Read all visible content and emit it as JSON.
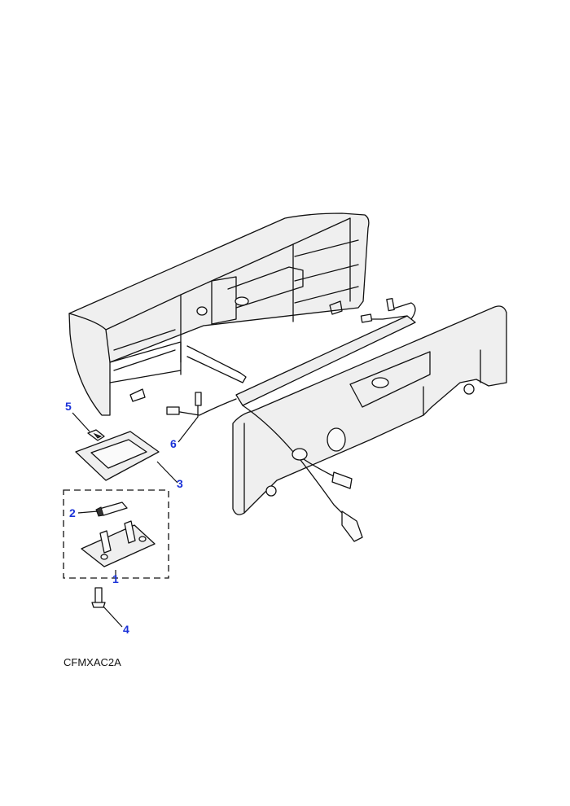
{
  "callouts": {
    "c1": "1",
    "c2": "2",
    "c3": "3",
    "c4": "4",
    "c5": "5",
    "c6": "6"
  },
  "figure_code": "CFMXAC2A",
  "colors": {
    "callout": "#1a32d8",
    "line": "#111111",
    "fill": "#efefef"
  }
}
